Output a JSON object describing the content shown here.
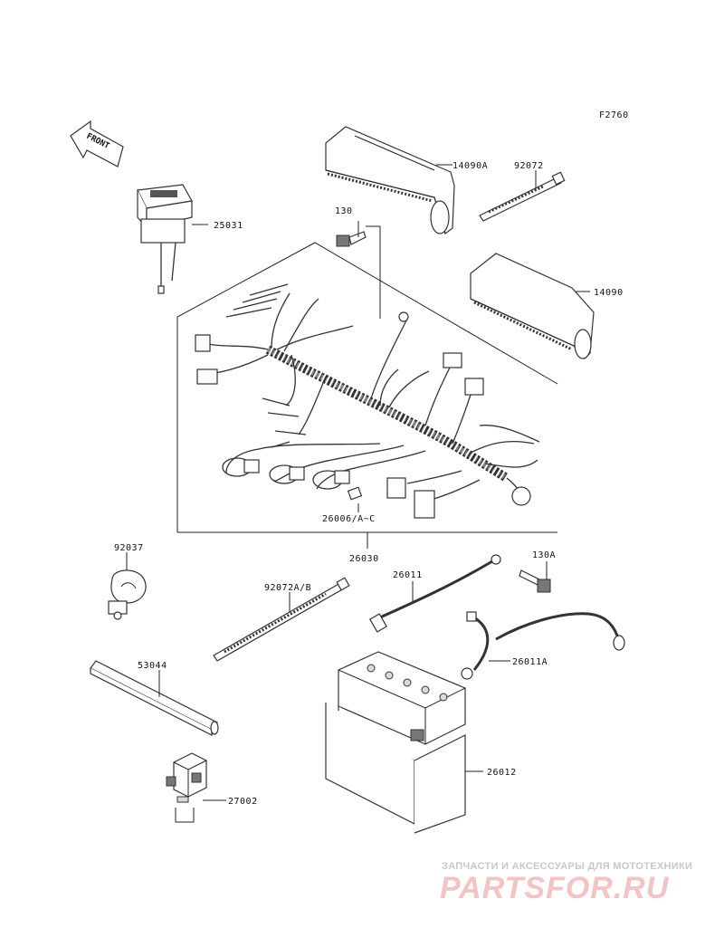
{
  "figure_code": "F2760",
  "front_label": "FRONT",
  "parts": {
    "p14090A": "14090A",
    "p92072": "92072",
    "p25031": "25031",
    "p130": "130",
    "p14090": "14090",
    "p26006": "26006/A~C",
    "p26030": "26030",
    "p92037": "92037",
    "p92072AB": "92072A/B",
    "p26011": "26011",
    "p130A": "130A",
    "p26011A": "26011A",
    "p53044": "53044",
    "p26012": "26012",
    "p27002": "27002"
  },
  "watermark": {
    "tagline": "ЗАПЧАСТИ И АКСЕССУАРЫ ДЛЯ МОТОТЕХНИКИ",
    "logo": "PARTSFOR.RU"
  }
}
